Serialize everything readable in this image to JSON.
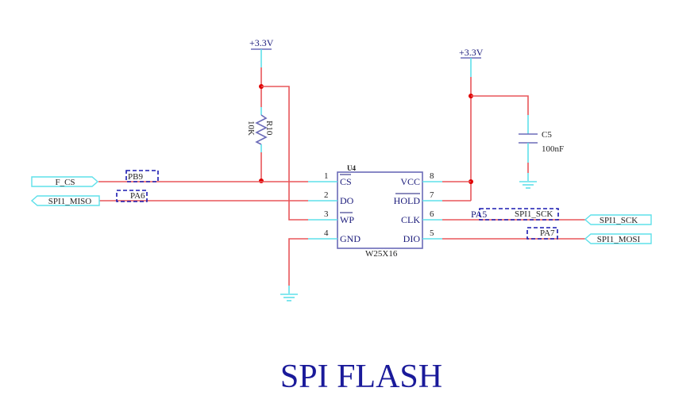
{
  "title": "SPI FLASH",
  "power": [
    {
      "label": "+3.3V"
    },
    {
      "label": "+3.3V"
    }
  ],
  "resistor": {
    "ref": "R10",
    "value": "10K"
  },
  "capacitor": {
    "ref": "C5",
    "value": "100nF"
  },
  "chip": {
    "ref": "U4",
    "part": "W25X16",
    "left_pins": [
      {
        "num": "1",
        "name": "CS"
      },
      {
        "num": "2",
        "name": "DO"
      },
      {
        "num": "3",
        "name": "WP"
      },
      {
        "num": "4",
        "name": "GND"
      }
    ],
    "right_pins": [
      {
        "num": "8",
        "name": "VCC"
      },
      {
        "num": "7",
        "name": "HOLD"
      },
      {
        "num": "6",
        "name": "CLK"
      },
      {
        "num": "5",
        "name": "DIO"
      }
    ]
  },
  "ports": {
    "f_cs": "F_CS",
    "miso": "SPI1_MISO",
    "sck": "SPI1_SCK",
    "mosi": "SPI1_MOSI"
  },
  "net_labels": {
    "pb9": "PB9",
    "pa6": "PA6",
    "pa5": "PA5",
    "sck_net": "SPI1_SCK",
    "pa7": "PA7"
  }
}
